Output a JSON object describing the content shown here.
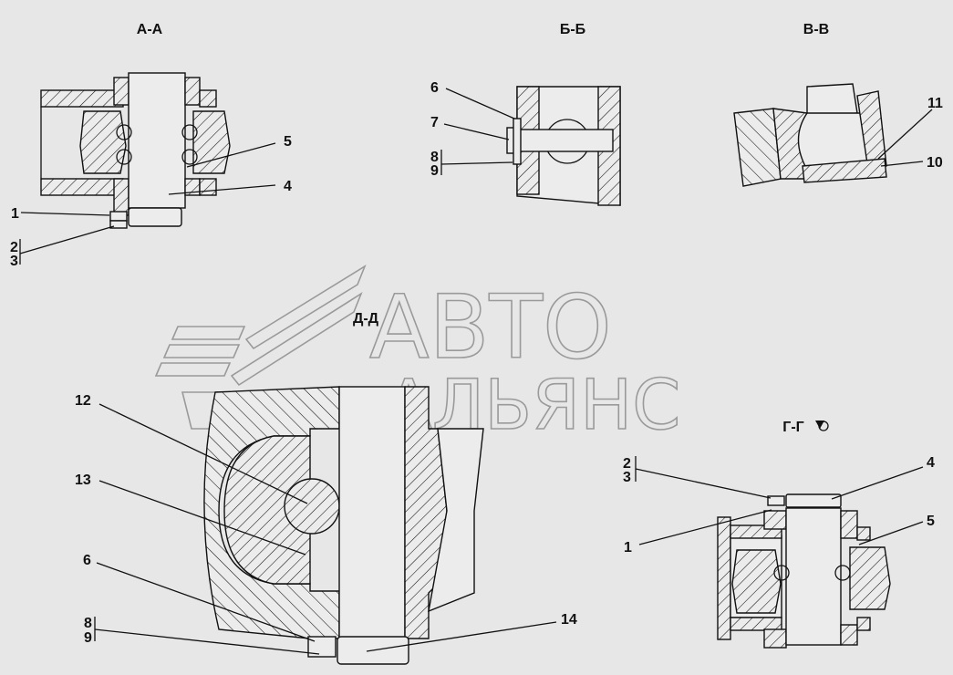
{
  "section_titles": {
    "aa": "А-А",
    "bb": "Б-Б",
    "vv": "В-В",
    "dd": "Д-Д",
    "gg": "Г-Г"
  },
  "watermark": {
    "line1": "АВТО",
    "line2": "АЛЬЯНС"
  },
  "callouts": {
    "aa_1": "1",
    "aa_2": "2",
    "aa_3": "3",
    "aa_4": "4",
    "aa_5": "5",
    "bb_6": "6",
    "bb_7": "7",
    "bb_8": "8",
    "bb_9": "9",
    "vv_10": "10",
    "vv_11": "11",
    "dd_12": "12",
    "dd_13": "13",
    "dd_6": "6",
    "dd_8": "8",
    "dd_9": "9",
    "dd_14": "14",
    "gg_1": "1",
    "gg_2": "2",
    "gg_3": "3",
    "gg_4": "4",
    "gg_5": "5"
  }
}
